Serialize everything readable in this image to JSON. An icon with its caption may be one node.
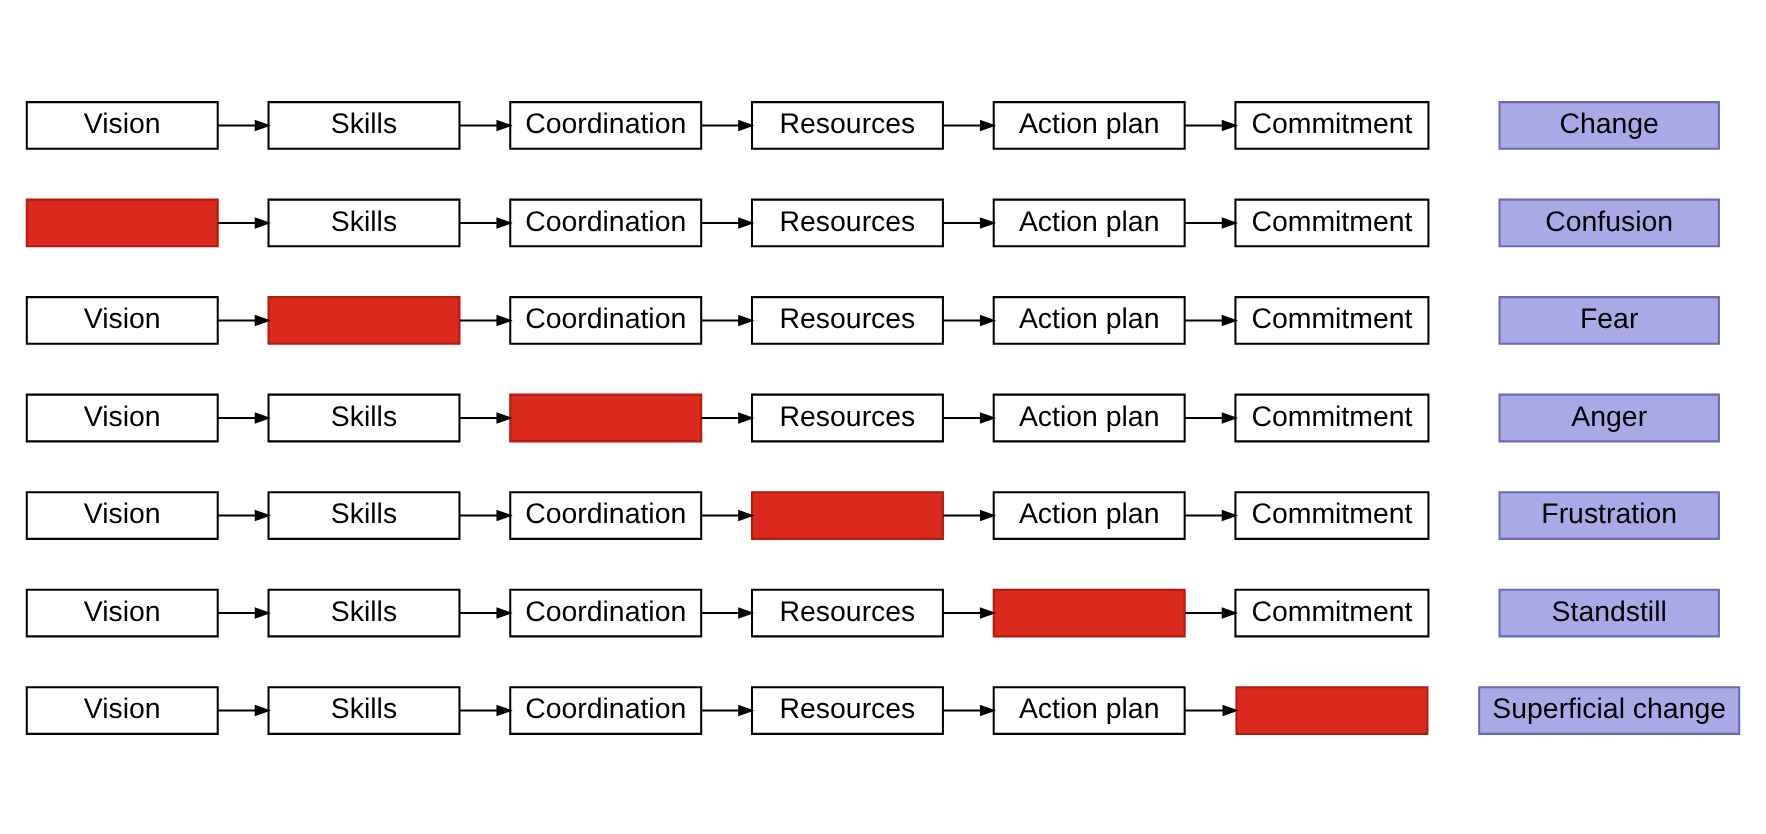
{
  "diagram": {
    "nodes": [
      {
        "text": [
          "Vision"
        ]
      },
      {
        "text": [
          "Skills"
        ]
      },
      {
        "text": [
          "Coordination"
        ]
      },
      {
        "text": [
          "Resources"
        ]
      },
      {
        "text": [
          "Action plan"
        ]
      },
      {
        "text": [
          "Commitment"
        ]
      },
      {
        "text": [
          "Change"
        ]
      },
      {
        "text": [],
        "shape": "box"
      },
      {
        "text": [
          "Skills"
        ]
      },
      {
        "text": [
          "Coordination"
        ]
      },
      {
        "text": [
          "Resources"
        ]
      },
      {
        "text": [
          "Action plan"
        ]
      },
      {
        "text": [
          "Commitment"
        ]
      },
      {
        "text": [
          "Confusion"
        ]
      },
      {
        "text": [
          "Vision"
        ]
      },
      {
        "text": [],
        "shape": "box"
      },
      {
        "text": [
          "Coordination"
        ]
      },
      {
        "text": [
          "Resources"
        ]
      },
      {
        "text": [
          "Action plan"
        ]
      },
      {
        "text": [
          "Commitment"
        ]
      },
      {
        "text": [
          "Fear"
        ]
      },
      {
        "text": [
          "Vision"
        ]
      },
      {
        "text": [
          "Skills"
        ]
      },
      {
        "text": [],
        "shape": "box"
      },
      {
        "text": [
          "Resources"
        ]
      },
      {
        "text": [
          "Action plan"
        ]
      },
      {
        "text": [
          "Commitment"
        ]
      },
      {
        "text": [
          "Anger"
        ]
      },
      {
        "text": [
          "Vision"
        ]
      },
      {
        "text": [
          "Skills"
        ]
      },
      {
        "text": [
          "Coordination"
        ]
      },
      {
        "text": [],
        "shape": "box"
      },
      {
        "text": [
          "Action plan"
        ]
      },
      {
        "text": [
          "Commitment"
        ]
      },
      {
        "text": [
          "Frustration"
        ]
      },
      {
        "text": [
          "Vision"
        ]
      },
      {
        "text": [
          "Skills"
        ]
      },
      {
        "text": [
          "Coordination"
        ]
      },
      {
        "text": [
          "Resources"
        ]
      },
      {
        "text": [],
        "shape": "box"
      },
      {
        "text": [
          "Commitment"
        ]
      },
      {
        "text": [
          "Standstill"
        ]
      },
      {
        "text": [
          "Vision"
        ]
      },
      {
        "text": [
          "Skills"
        ]
      },
      {
        "text": [
          "Coordination"
        ]
      },
      {
        "text": [
          "Resources"
        ]
      },
      {
        "text": [
          "Action plan"
        ]
      },
      {
        "text": [],
        "shape": "box"
      },
      {
        "text": [
          "Superficial change"
        ]
      }
    ],
    "edges": [
      {
        "from": 0,
        "to": 1,
        "arrow": "to"
      },
      {
        "from": 1,
        "to": 2,
        "arrow": "to"
      },
      {
        "from": 2,
        "to": 3,
        "arrow": "to"
      },
      {
        "from": 3,
        "to": 4,
        "arrow": "to"
      },
      {
        "from": 4,
        "to": 5,
        "arrow": "to"
      },
      {
        "from": 7,
        "to": 8,
        "arrow": "to"
      },
      {
        "from": 8,
        "to": 9,
        "arrow": "to"
      },
      {
        "from": 9,
        "to": 10,
        "arrow": "to"
      },
      {
        "from": 10,
        "to": 11,
        "arrow": "to"
      },
      {
        "from": 11,
        "to": 12,
        "arrow": "to"
      },
      {
        "from": 14,
        "to": 15,
        "arrow": "to"
      },
      {
        "from": 15,
        "to": 16,
        "arrow": "to"
      },
      {
        "from": 16,
        "to": 17,
        "arrow": "to"
      },
      {
        "from": 17,
        "to": 18,
        "arrow": "to"
      },
      {
        "from": 18,
        "to": 19,
        "arrow": "to"
      },
      {
        "from": 21,
        "to": 22,
        "arrow": "to"
      },
      {
        "from": 22,
        "to": 23,
        "arrow": "to"
      },
      {
        "from": 23,
        "to": 24,
        "arrow": "to"
      },
      {
        "from": 24,
        "to": 25,
        "arrow": "to"
      },
      {
        "from": 25,
        "to": 26,
        "arrow": "to"
      },
      {
        "from": 28,
        "to": 29,
        "arrow": "to"
      },
      {
        "from": 29,
        "to": 30,
        "arrow": "to"
      },
      {
        "from": 30,
        "to": 31,
        "arrow": "to"
      },
      {
        "from": 31,
        "to": 32,
        "arrow": "to"
      },
      {
        "from": 32,
        "to": 33,
        "arrow": "to"
      },
      {
        "from": 35,
        "to": 36,
        "arrow": "to"
      },
      {
        "from": 36,
        "to": 37,
        "arrow": "to"
      },
      {
        "from": 37,
        "to": 38,
        "arrow": "to"
      },
      {
        "from": 38,
        "to": 39,
        "arrow": "to"
      },
      {
        "from": 39,
        "to": 40,
        "arrow": "to"
      },
      {
        "from": 42,
        "to": 43,
        "arrow": "to"
      },
      {
        "from": 43,
        "to": 44,
        "arrow": "to"
      },
      {
        "from": 44,
        "to": 45,
        "arrow": "to"
      },
      {
        "from": 45,
        "to": 46,
        "arrow": "to"
      },
      {
        "from": 46,
        "to": 47,
        "arrow": "to"
      }
    ]
  }
}
